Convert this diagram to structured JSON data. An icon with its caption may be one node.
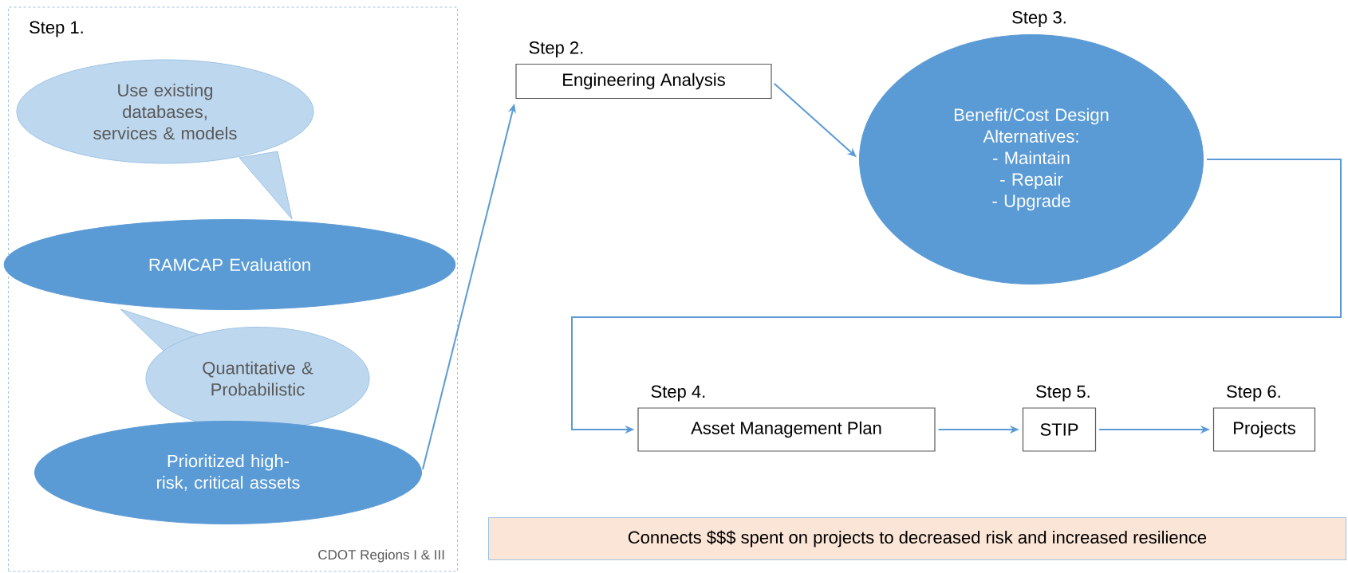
{
  "diagram": {
    "nodes": [
      {
        "text": [
          "Step 1.",
          "CDOT Regions I & III"
        ]
      },
      {
        "text": [
          "Use existing databases, services & models"
        ],
        "in": 0
      },
      {
        "text": [
          "RAMCAP Evaluation"
        ],
        "in": 0
      },
      {
        "text": [
          "Quantitative & Probabilistic"
        ],
        "in": 0
      },
      {
        "text": [
          "Prioritized high-risk, critical assets"
        ],
        "in": 0
      },
      {
        "text": [
          "Step 2.",
          "Engineering Analysis"
        ]
      },
      {
        "text": [
          "Step 3.",
          "Benefit/Cost Design Alternatives:",
          "- Maintain",
          "- Repair",
          "- Upgrade"
        ]
      },
      {
        "text": [
          "Step 4.",
          "Asset Management Plan"
        ]
      },
      {
        "text": [
          "Step 5.",
          "STIP"
        ]
      },
      {
        "text": [
          "Step 6.",
          "Projects"
        ]
      },
      {
        "text": [
          "Connects $$$ spent on projects to decreased risk and increased resilience"
        ]
      }
    ],
    "edges": [
      {
        "from": 4,
        "to": 5,
        "arrow": "to"
      },
      {
        "from": 5,
        "to": 6,
        "arrow": "to"
      },
      {
        "from": 6,
        "to": 7,
        "arrow": "to"
      },
      {
        "from": 7,
        "to": 8,
        "arrow": "to"
      },
      {
        "from": 8,
        "to": 9,
        "arrow": "to"
      }
    ]
  }
}
